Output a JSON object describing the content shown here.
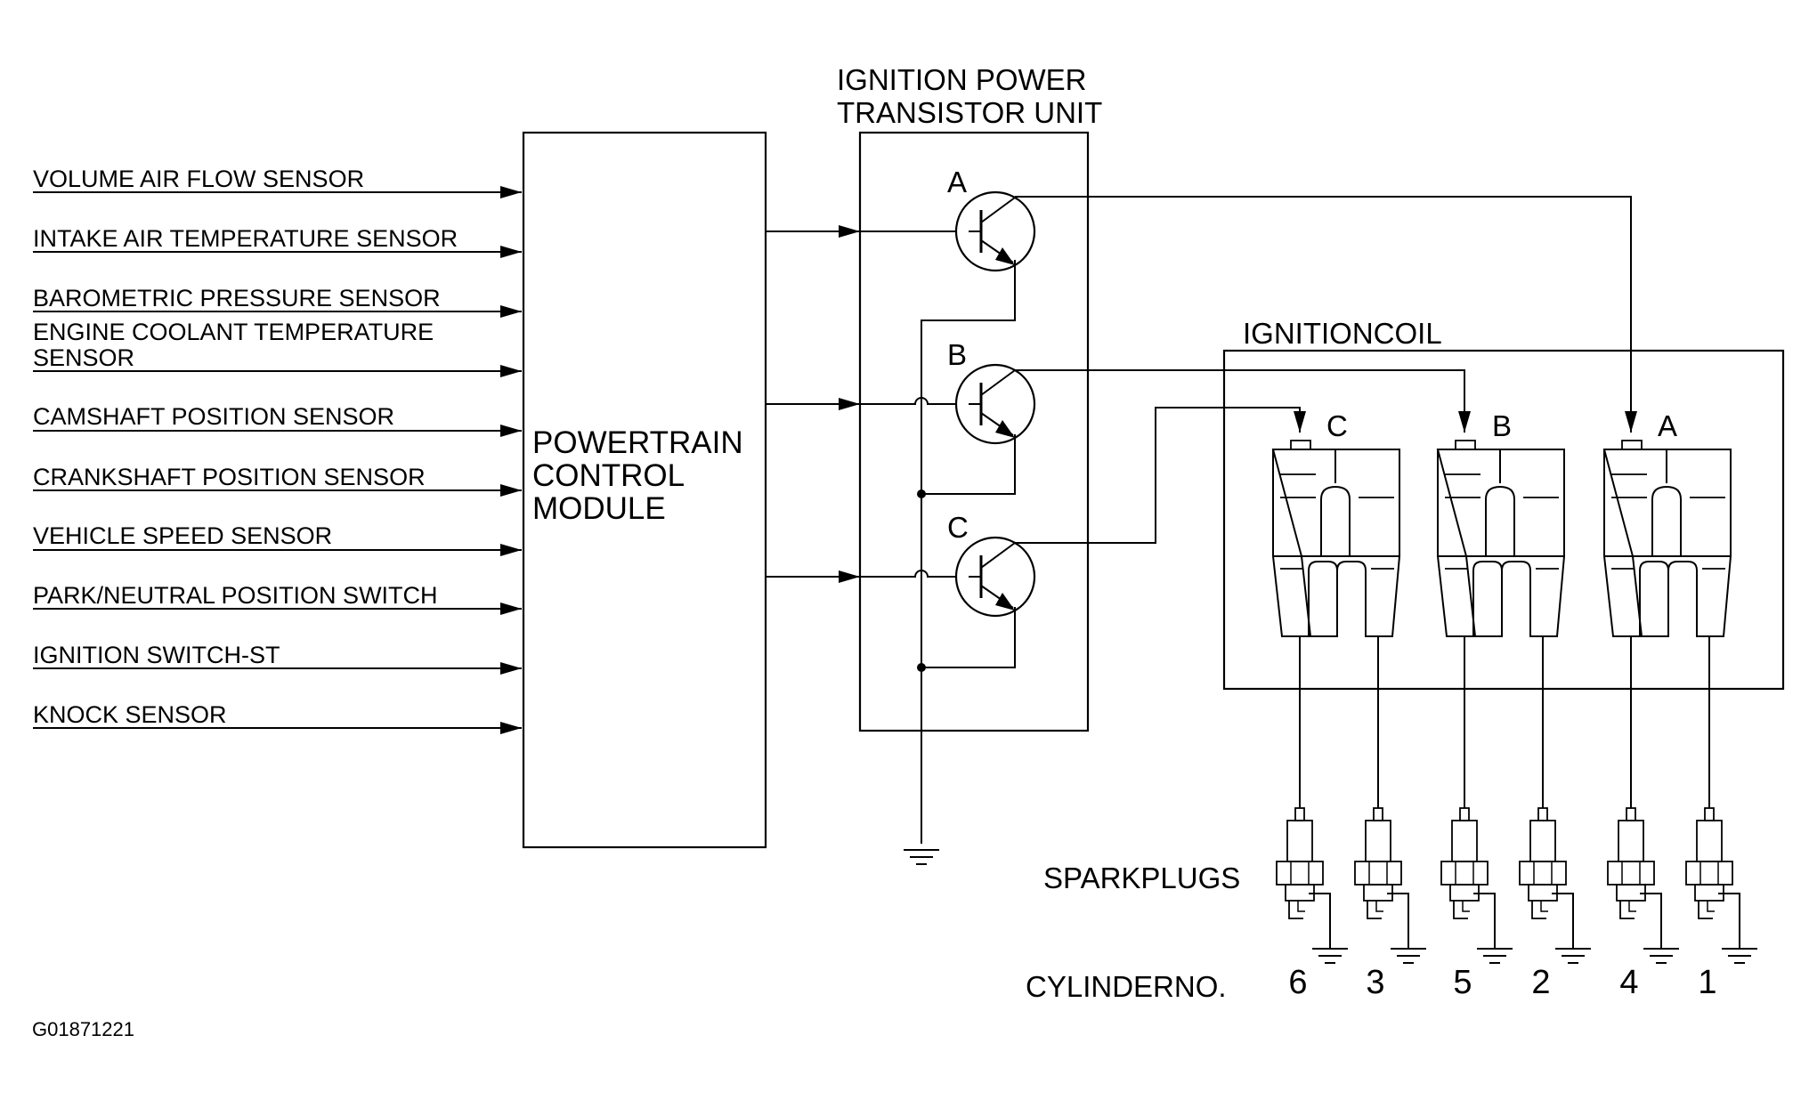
{
  "sensors": [
    "VOLUME AIR FLOW SENSOR",
    "INTAKE AIR TEMPERATURE SENSOR",
    "BAROMETRIC PRESSURE SENSOR",
    "ENGINE COOLANT TEMPERATURE",
    "SENSOR",
    "CAMSHAFT POSITION SENSOR",
    "CRANKSHAFT POSITION SENSOR",
    "VEHICLE SPEED SENSOR",
    "PARK/NEUTRAL POSITION SWITCH",
    "IGNITION SWITCH-ST",
    "KNOCK SENSOR"
  ],
  "pcm": {
    "line1": "POWERTRAIN",
    "line2": "CONTROL",
    "line3": "MODULE"
  },
  "transistor_unit": {
    "line1": "IGNITION POWER",
    "line2": "TRANSISTOR UNIT",
    "transistors": [
      "A",
      "B",
      "C"
    ]
  },
  "ignition_coil": {
    "title": "IGNITIONCOIL",
    "coils": [
      "C",
      "B",
      "A"
    ]
  },
  "spark_plugs": {
    "label": "SPARKPLUGS"
  },
  "cylinders": {
    "label": "CYLINDERNO.",
    "numbers": [
      "6",
      "3",
      "5",
      "2",
      "4",
      "1"
    ]
  },
  "figure_code": "G01871221"
}
